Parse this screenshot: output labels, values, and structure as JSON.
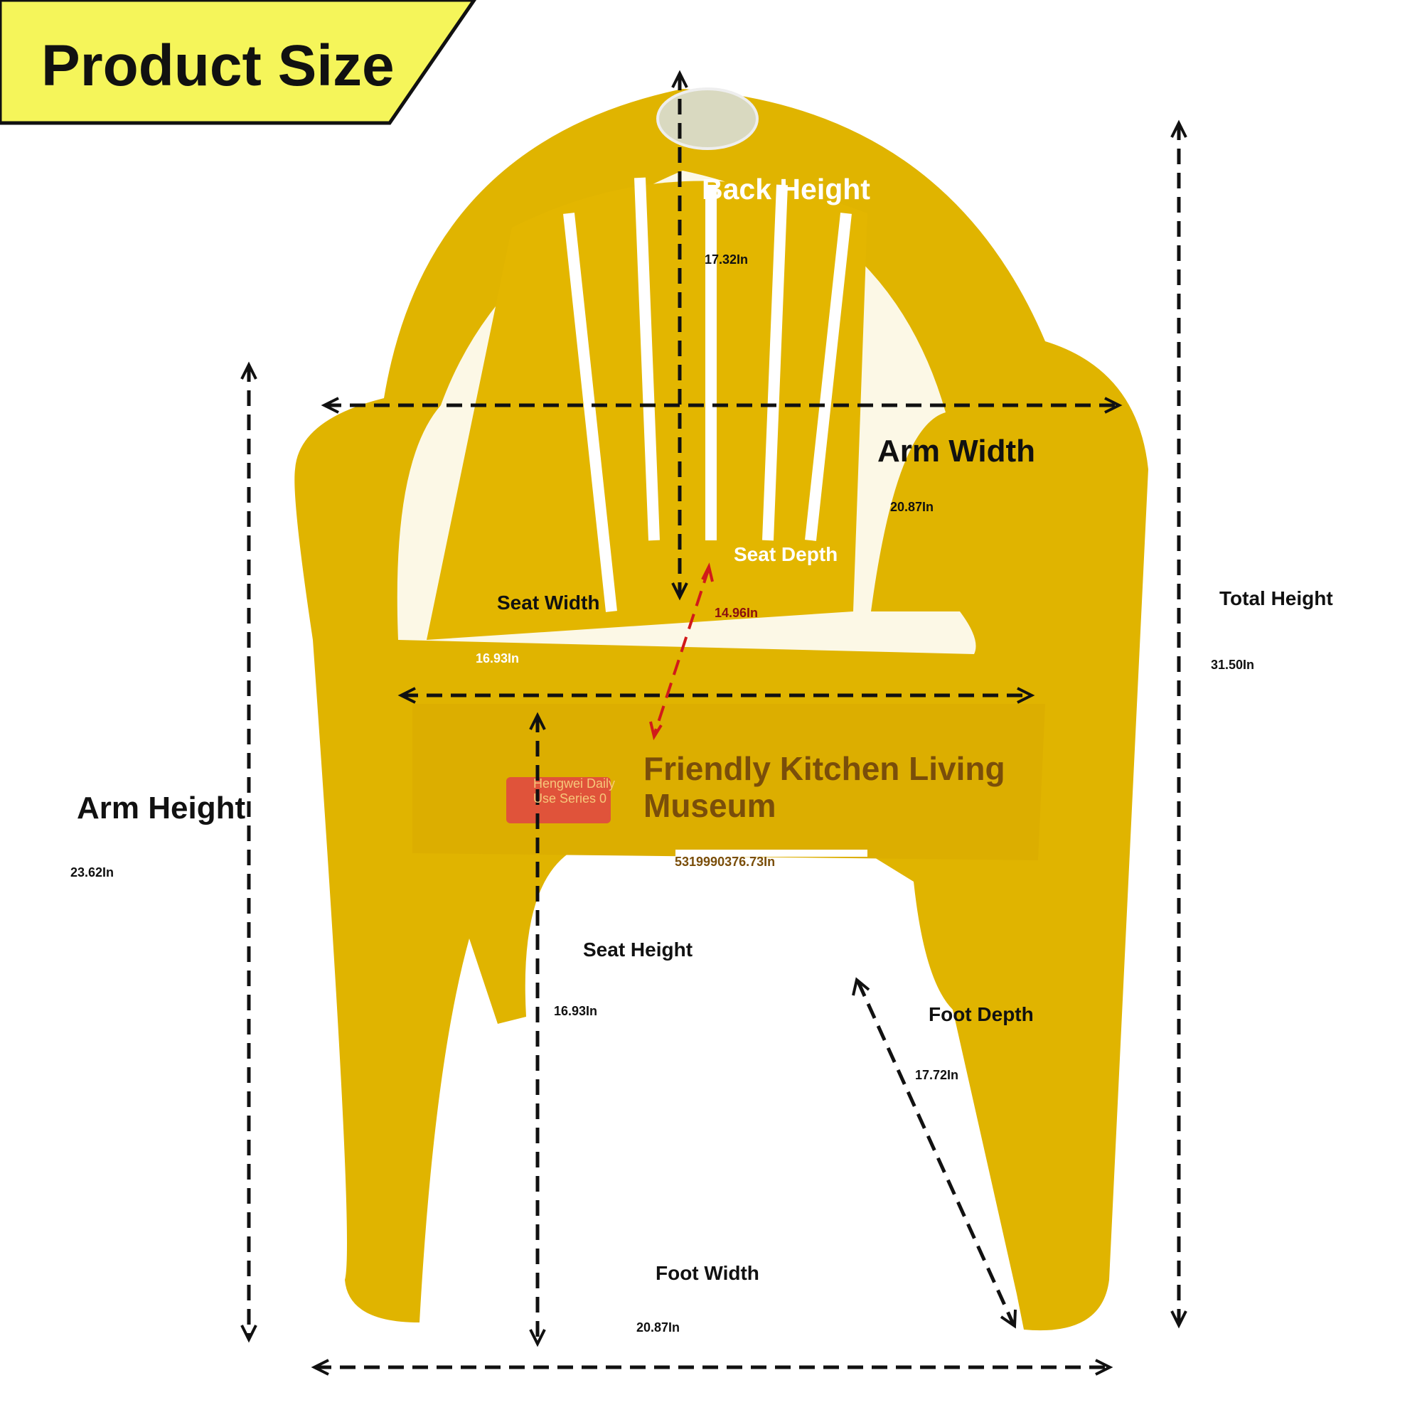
{
  "header": {
    "title": "Product Size"
  },
  "dimensions": {
    "back_height": {
      "label": "Back Height",
      "value": "17.32In"
    },
    "arm_width": {
      "label": "Arm Width",
      "value": "20.87In"
    },
    "seat_depth": {
      "label": "Seat Depth",
      "value": "14.96In"
    },
    "seat_width": {
      "label": "Seat Width",
      "value": "16.93In"
    },
    "total_height": {
      "label": "Total Height",
      "value": "31.50In"
    },
    "arm_height": {
      "label": "Arm Height",
      "value": "23.62In"
    },
    "seat_height": {
      "label": "Seat Height",
      "value": "16.93In"
    },
    "foot_depth": {
      "label": "Foot Depth",
      "value": "17.72In"
    },
    "foot_width": {
      "label": "Foot Width",
      "value": "20.87In"
    }
  },
  "brand": {
    "line1": "Friendly Kitchen Living",
    "line2": "Museum",
    "code": "5319990376.73In"
  },
  "sticker": {
    "line1": "Hengwei Daily",
    "line2": "Use Series 0"
  },
  "colors": {
    "banner": "#f5f55a",
    "chair": "#e0b400",
    "brand_text": "#7a4e0a",
    "seat_depth_arrow": "#d11a1a"
  }
}
